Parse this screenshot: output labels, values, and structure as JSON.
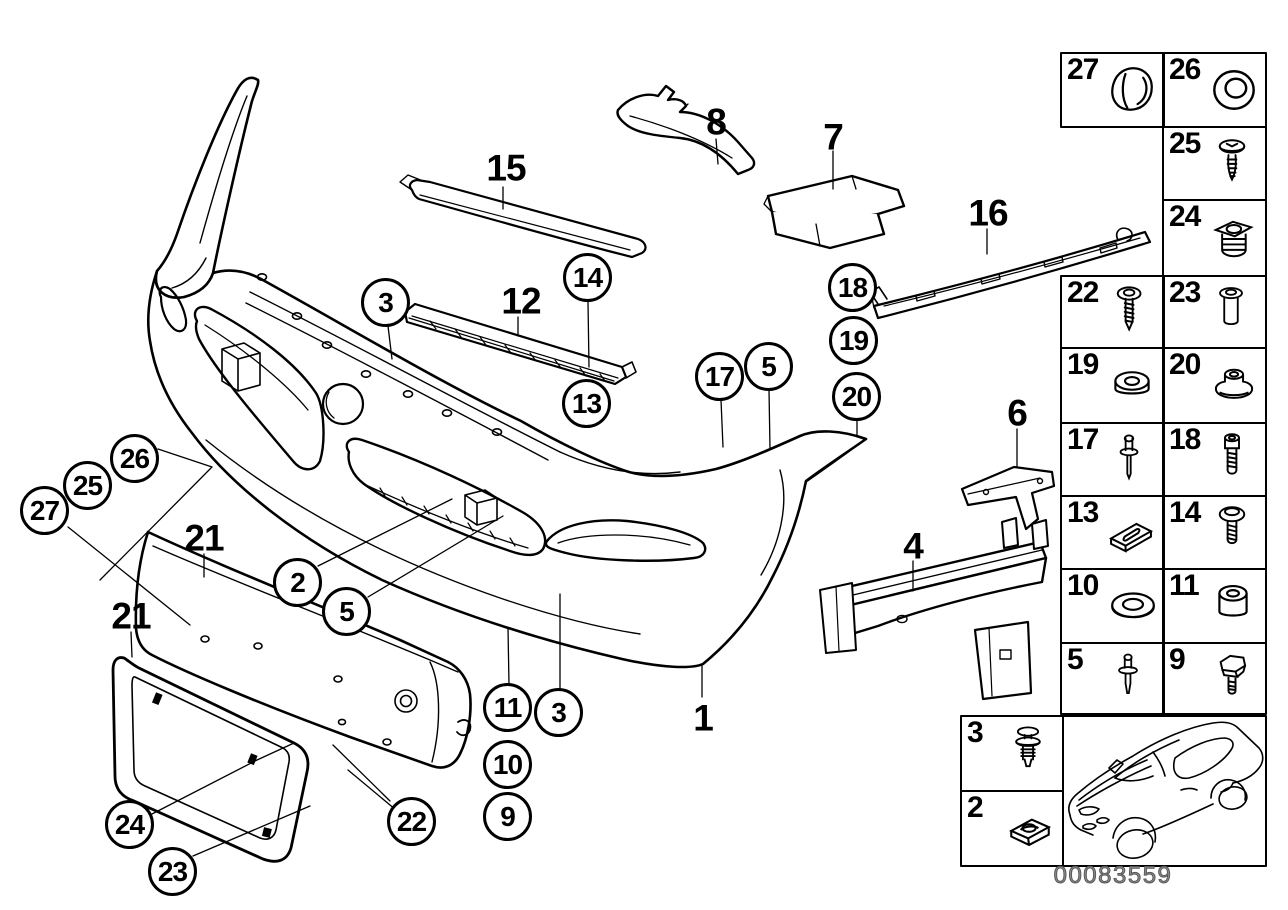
{
  "callouts": [
    {
      "label": "3"
    },
    {
      "label": "14"
    },
    {
      "label": "13"
    },
    {
      "label": "17"
    },
    {
      "label": "5"
    },
    {
      "label": "18"
    },
    {
      "label": "19"
    },
    {
      "label": "20"
    },
    {
      "label": "26"
    },
    {
      "label": "25"
    },
    {
      "label": "27"
    },
    {
      "label": "2"
    },
    {
      "label": "5"
    },
    {
      "label": "11"
    },
    {
      "label": "3"
    },
    {
      "label": "10"
    },
    {
      "label": "9"
    },
    {
      "label": "22"
    },
    {
      "label": "24"
    },
    {
      "label": "23"
    }
  ],
  "labels": [
    {
      "label": "8"
    },
    {
      "label": "7"
    },
    {
      "label": "15"
    },
    {
      "label": "16"
    },
    {
      "label": "12"
    },
    {
      "label": "21"
    },
    {
      "label": "21"
    },
    {
      "label": "6"
    },
    {
      "label": "4"
    },
    {
      "label": "1"
    }
  ],
  "legend": {
    "cells": [
      {
        "label": "27",
        "icon": "cover-cap-icon"
      },
      {
        "label": "26",
        "icon": "grommet-ring-icon"
      },
      {
        "label": "25",
        "icon": "pan-head-screw-icon"
      },
      {
        "label": "24",
        "icon": "expansion-nut-icon"
      },
      {
        "label": "22",
        "icon": "self-tapping-screw-icon"
      },
      {
        "label": "23",
        "icon": "threaded-sleeve-icon"
      },
      {
        "label": "19",
        "icon": "rubber-washer-icon"
      },
      {
        "label": "20",
        "icon": "flanged-grommet-icon"
      },
      {
        "label": "17",
        "icon": "blind-rivet-icon"
      },
      {
        "label": "18",
        "icon": "socket-head-bolt-icon"
      },
      {
        "label": "13",
        "icon": "slotted-plate-icon"
      },
      {
        "label": "14",
        "icon": "washer-head-screw-icon"
      },
      {
        "label": "10",
        "icon": "flat-washer-icon"
      },
      {
        "label": "11",
        "icon": "spacer-sleeve-icon"
      },
      {
        "label": "5",
        "icon": "expanding-rivet-icon"
      },
      {
        "label": "9",
        "icon": "hex-bolt-icon"
      },
      {
        "label": "3",
        "icon": "push-rivet-icon"
      },
      {
        "label": "2",
        "icon": "clip-nut-icon"
      }
    ],
    "car_icon": "coupe-thumbnail-icon"
  },
  "footer": {
    "part_number": "00083559"
  },
  "colors": {
    "line": "#000000",
    "background": "#ffffff",
    "part_number_gray": "#777777"
  }
}
